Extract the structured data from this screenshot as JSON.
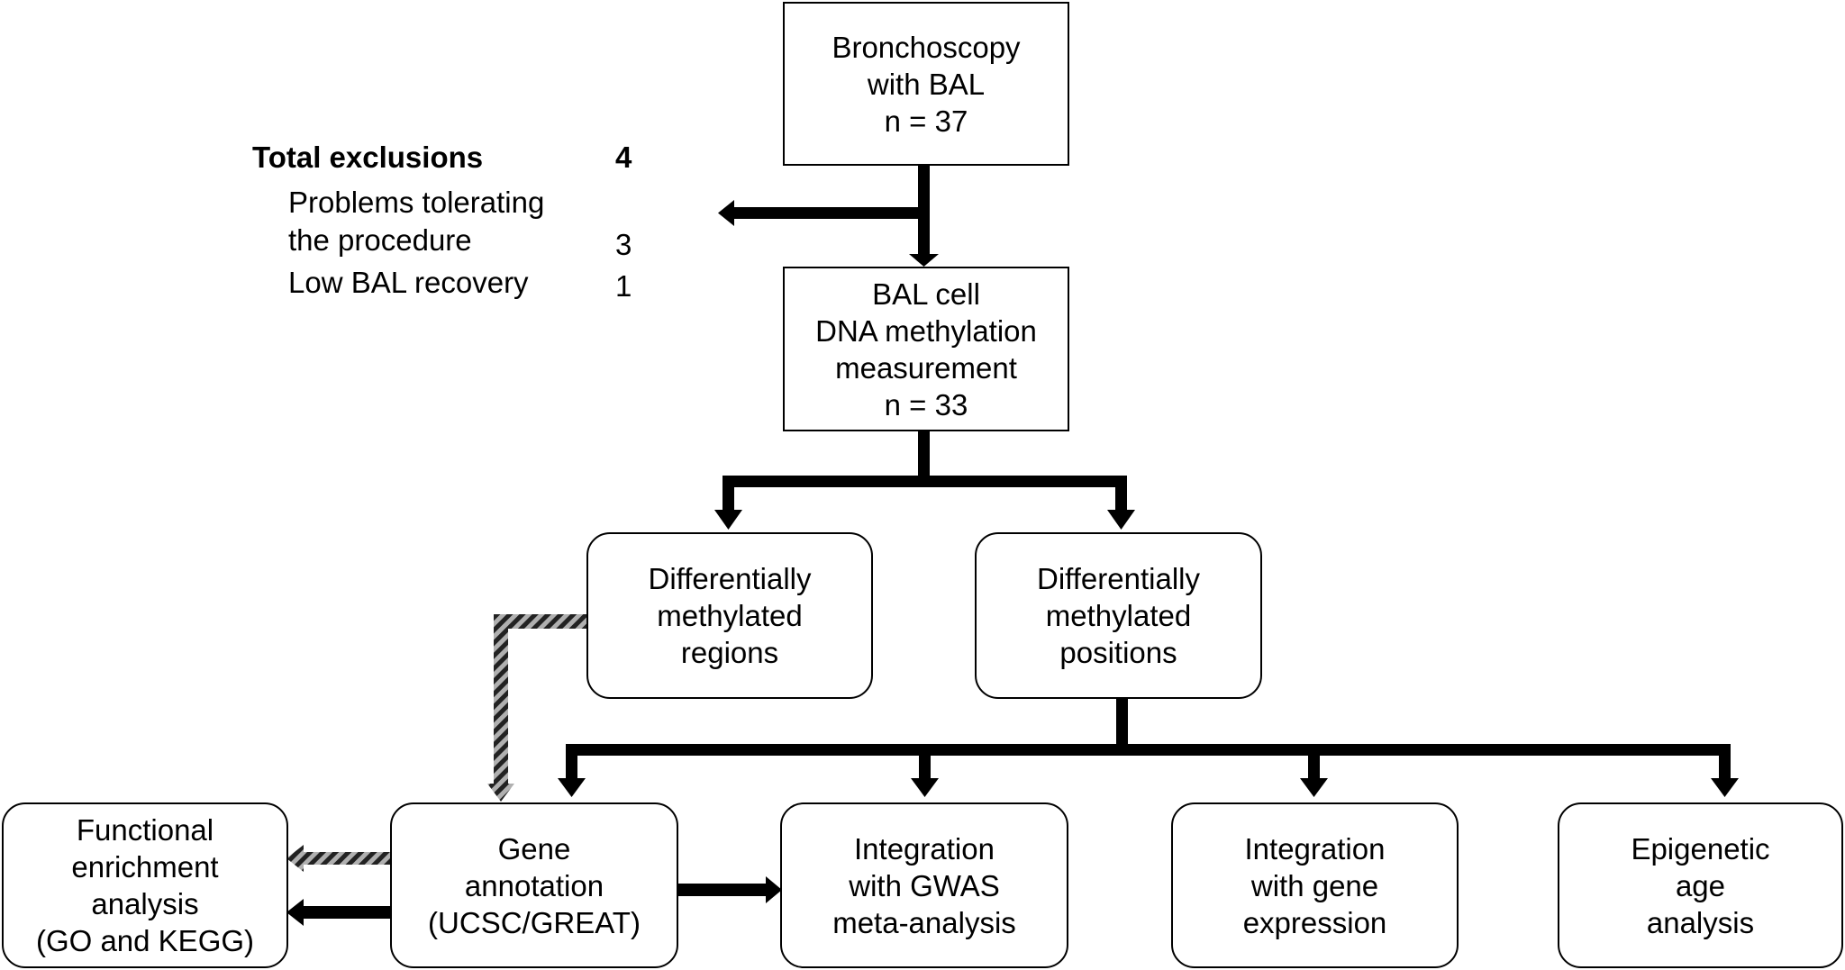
{
  "nodes": {
    "bronchoscopy": "Bronchoscopy\nwith BAL\nn = 37",
    "dna_methylation": "BAL cell\nDNA methylation\nmeasurement\nn = 33",
    "dmr": "Differentially\nmethylated\nregions",
    "dmp": "Differentially\nmethylated\npositions",
    "functional_enrichment": "Functional\nenrichment\nanalysis\n(GO and KEGG)",
    "gene_annotation": "Gene\nannotation\n(UCSC/GREAT)",
    "gwas": "Integration\nwith GWAS\nmeta-analysis",
    "gene_expression": "Integration\nwith gene\nexpression",
    "epigenetic_age": "Epigenetic\nage\nanalysis"
  },
  "exclusions": {
    "title": "Total exclusions",
    "total": "4",
    "items": [
      {
        "label_line1": "Problems tolerating",
        "label_line2": "the procedure",
        "count": "3"
      },
      {
        "label_line1": "Low BAL recovery",
        "label_line2": "",
        "count": "1"
      }
    ]
  }
}
